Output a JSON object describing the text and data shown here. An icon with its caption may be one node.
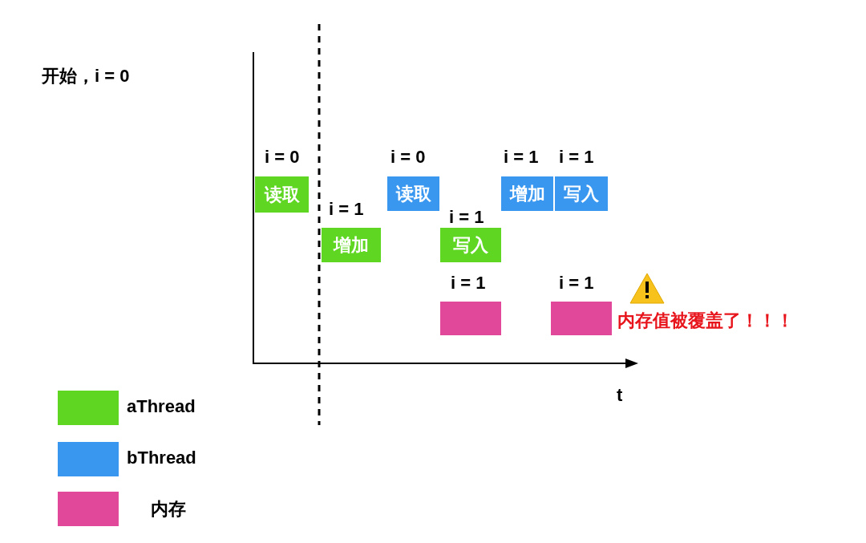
{
  "diagram": {
    "nodes": [
      {
        "text": [
          "读取"
        ],
        "beside": [
          "i = 0"
        ]
      },
      {
        "text": [
          "增加"
        ],
        "beside": [
          "i = 1"
        ]
      },
      {
        "text": [
          "读取"
        ],
        "beside": [
          "i = 0"
        ]
      },
      {
        "text": [
          "写入"
        ],
        "beside": [
          "i = 1"
        ]
      },
      {
        "text": [
          "增加"
        ],
        "beside": [
          "i = 1"
        ]
      },
      {
        "text": [
          "写入"
        ],
        "beside": [
          "i = 1"
        ]
      },
      {
        "text": [],
        "shape": "box",
        "beside": [
          "i = 1"
        ]
      },
      {
        "text": [],
        "shape": "box",
        "beside": [
          "i = 1",
          "内存值被覆盖了！！！"
        ]
      }
    ],
    "edges": [],
    "labels": [
      "开始，i = 0",
      "t"
    ],
    "legend": [
      {
        "text": "aThread",
        "color": "#5ed622"
      },
      {
        "text": "bThread",
        "color": "#3a97f0"
      },
      {
        "text": "内存",
        "color": "#e2489a"
      }
    ]
  }
}
